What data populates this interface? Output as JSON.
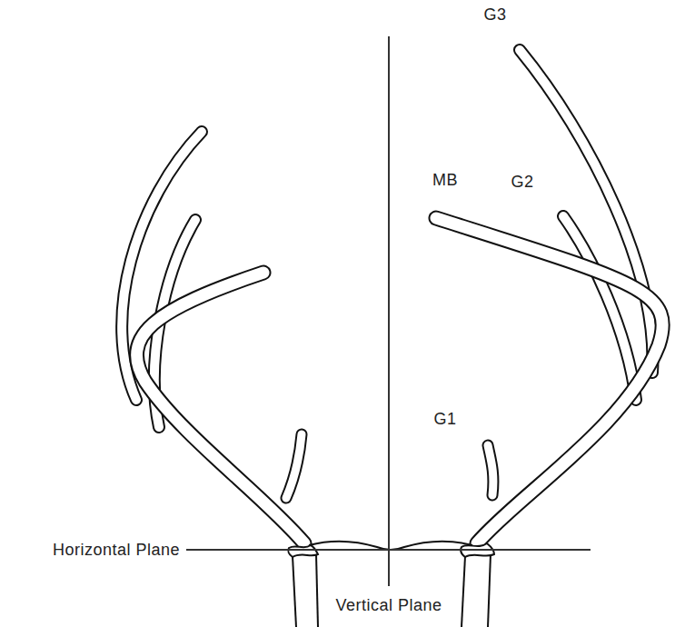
{
  "diagram": {
    "labels": [
      "G3",
      "MB",
      "G2",
      "G1",
      "Horizontal Plane",
      "Vertical Plane"
    ]
  }
}
